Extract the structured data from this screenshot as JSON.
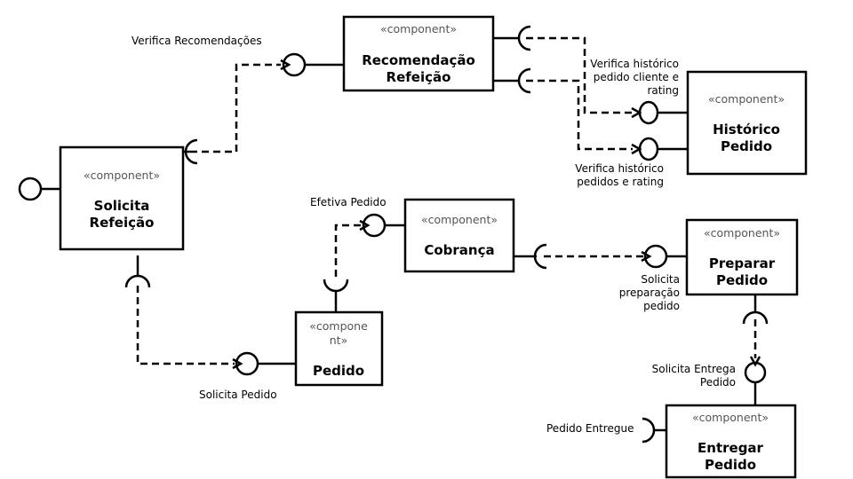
{
  "stereotype": "«component»",
  "components": {
    "recomendacao": {
      "line1": "Recomendação",
      "line2": "Refeição"
    },
    "historico": {
      "line1": "Histórico",
      "line2": "Pedido"
    },
    "solicita": {
      "line1": "Solicita",
      "line2": "Refeição"
    },
    "cobranca": {
      "line1": "Cobrança"
    },
    "pedido": {
      "stereo_line1": "«compone",
      "stereo_line2": "nt»",
      "line1": "Pedido"
    },
    "preparar": {
      "line1": "Preparar",
      "line2": "Pedido"
    },
    "entregar": {
      "line1": "Entregar",
      "line2": "Pedido"
    }
  },
  "interfaces": {
    "verifica_recomendacoes": "Verifica Recomendações",
    "verifica_historico_cliente": [
      "Verifica histórico",
      "pedido cliente e",
      "rating"
    ],
    "verifica_historico_pedidos": [
      "Verifica histórico",
      "pedidos e rating"
    ],
    "efetiva_pedido": "Efetiva Pedido",
    "solicita_pedido": "Solicita Pedido",
    "solicita_preparacao": [
      "Solicita",
      "preparação",
      "pedido"
    ],
    "solicita_entrega": [
      "Solicita Entrega",
      "Pedido"
    ],
    "pedido_entregue": "Pedido Entregue"
  }
}
